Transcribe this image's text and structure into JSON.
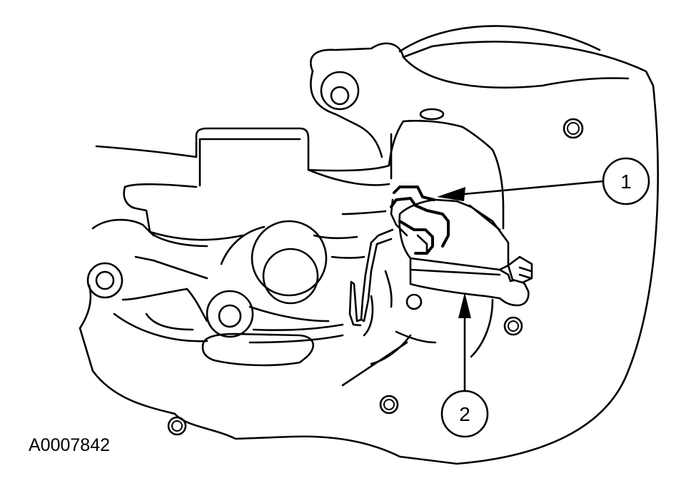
{
  "figure_id": "A0007842",
  "callouts": [
    {
      "number": "1"
    },
    {
      "number": "2"
    }
  ],
  "colors": {
    "line": "#000000",
    "background": "#ffffff"
  }
}
